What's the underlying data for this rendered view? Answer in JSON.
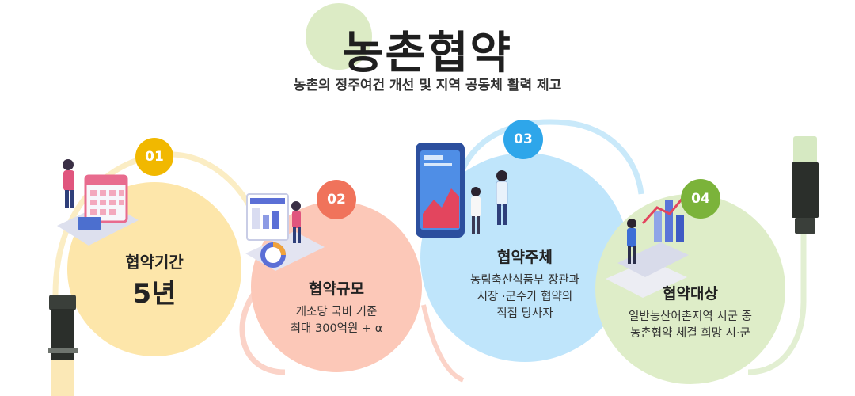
{
  "header": {
    "title": "농촌협약",
    "subtitle": "농촌의 정주여건 개선 및 지역 공동체 활력 제고"
  },
  "steps": [
    {
      "number": "01",
      "label": "협약기간",
      "value": "5년",
      "color": "#f1b800"
    },
    {
      "number": "02",
      "label": "협약규모",
      "desc_line1": "개소당 국비 기준",
      "desc_line2": "최대 300억원 + α",
      "color": "#f0735b"
    },
    {
      "number": "03",
      "label": "협약주체",
      "desc_line1": "농림축산식품부 장관과",
      "desc_line2": "시장 ·군수가 협약의",
      "desc_line3": "직접 당사자",
      "color": "#2ea6ea"
    },
    {
      "number": "04",
      "label": "협약대상",
      "desc_line1": "일반농산어촌지역 시군 중",
      "desc_line2": "농촌협약 체결 희망 시·군",
      "color": "#7bb33a"
    }
  ]
}
